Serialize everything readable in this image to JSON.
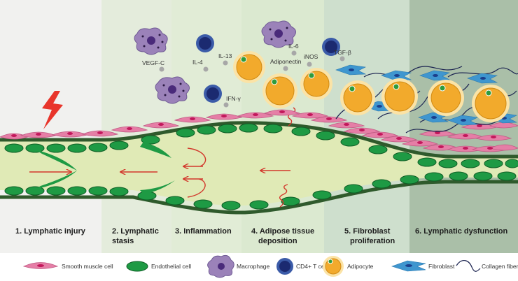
{
  "stages": [
    {
      "line1": "1. Lymphatic injury",
      "line2": ""
    },
    {
      "line1": "2. Lymphatic",
      "line2": "stasis"
    },
    {
      "line1": "3. Inflammation",
      "line2": ""
    },
    {
      "line1": "4. Adipose tissue",
      "line2": "deposition"
    },
    {
      "line1": "5. Fibroblast",
      "line2": "proliferation"
    },
    {
      "line1": "6. Lymphatic dysfunction",
      "line2": ""
    }
  ],
  "factors": {
    "vegfc": "VEGF-C",
    "il4": "IL-4",
    "il13": "IL-13",
    "ifng": "IFN-γ",
    "il6": "IL-6",
    "adiponectin": "Adiponectin",
    "inos": "iNOS",
    "tgfb": "TGF-β"
  },
  "legend": [
    {
      "icon": "smooth-muscle-cell-icon",
      "label": "Smooth muscle cell"
    },
    {
      "icon": "endothelial-cell-icon",
      "label": "Endothelial cell"
    },
    {
      "icon": "macrophage-icon",
      "label": "Macrophage"
    },
    {
      "icon": "cd4-t-cell-icon",
      "label": "CD4+ T cell"
    },
    {
      "icon": "adipocyte-icon",
      "label": "Adipocyte"
    },
    {
      "icon": "fibroblast-icon",
      "label": "Fibroblast"
    },
    {
      "icon": "collagen-fiber-icon",
      "label": "Collagen fiber"
    }
  ],
  "colors": {
    "panel_bg": [
      "#f1f1ef",
      "#e4ecdc",
      "#e1ecd6",
      "#dbe9d0",
      "#cedfcd",
      "#aabfa8"
    ],
    "lumen": "#e0eab6",
    "endothelial": "#1e9a44",
    "smooth_muscle": "#e57ea6",
    "macrophage": "#9b82b9",
    "t_cell": "#1b2a70",
    "adipocyte": "#f2aa2c",
    "fibroblast": "#3f96cf",
    "arrow": "#d2372b",
    "injury": "#e8352b"
  }
}
